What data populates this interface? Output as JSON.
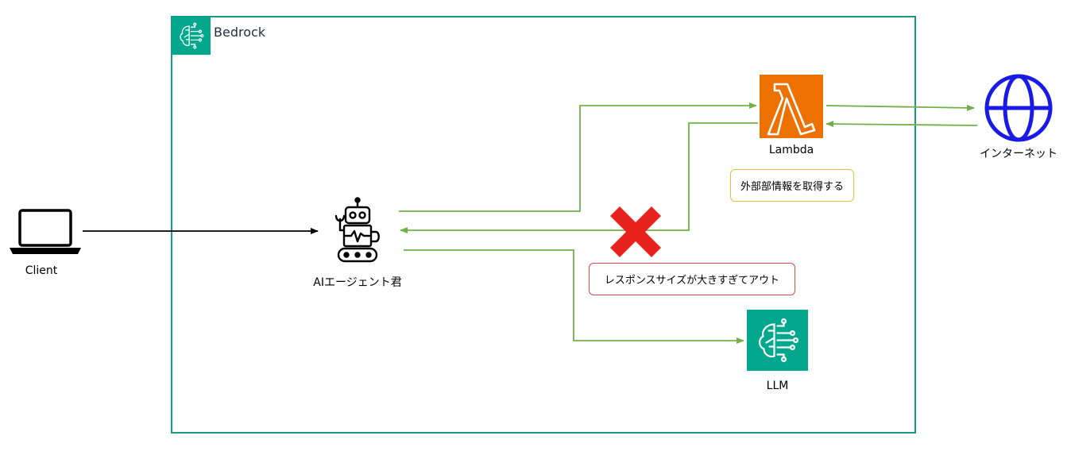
{
  "group": {
    "label": "Bedrock",
    "border_color": "#1B9A82",
    "icon": "bedrock-brain-icon"
  },
  "nodes": {
    "client": {
      "label": "Client",
      "icon": "laptop-icon"
    },
    "agent": {
      "label": "AIエージェント君",
      "icon": "robot-icon"
    },
    "lambda": {
      "label": "Lambda",
      "icon": "lambda-icon",
      "color": "#ED7100"
    },
    "internet": {
      "label": "インターネット",
      "icon": "globe-icon",
      "color": "#1A1AE6"
    },
    "llm": {
      "label": "LLM",
      "icon": "bedrock-brain-icon",
      "color": "#01A88D"
    }
  },
  "callouts": {
    "fetch_info": {
      "text": "外部部情報を取得する",
      "border_color": "#E8C233"
    },
    "response_too_large": {
      "text": "レスポンスサイズが大きすぎてアウト",
      "border_color": "#E04A4A"
    }
  },
  "status": {
    "failure_mark": "cross-icon",
    "failure_color": "#E8231E"
  },
  "edge_color": "#71B048"
}
